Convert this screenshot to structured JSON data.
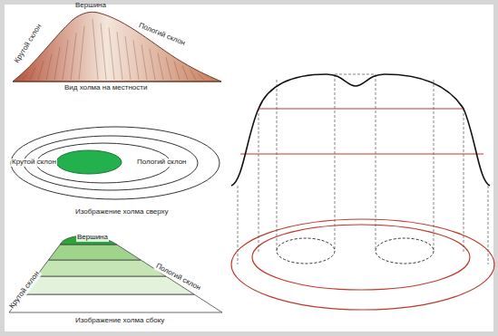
{
  "diagram": {
    "labels": [
      "Вершина",
      "Крутой склон",
      "Пологий склон",
      "Вид холма на местности",
      "Крутой склон",
      "Пологий склон",
      "Изображение холма сверху",
      "Вершина",
      "Крутой склон",
      "Пологий склон",
      "Изображение холма сбоку"
    ]
  }
}
